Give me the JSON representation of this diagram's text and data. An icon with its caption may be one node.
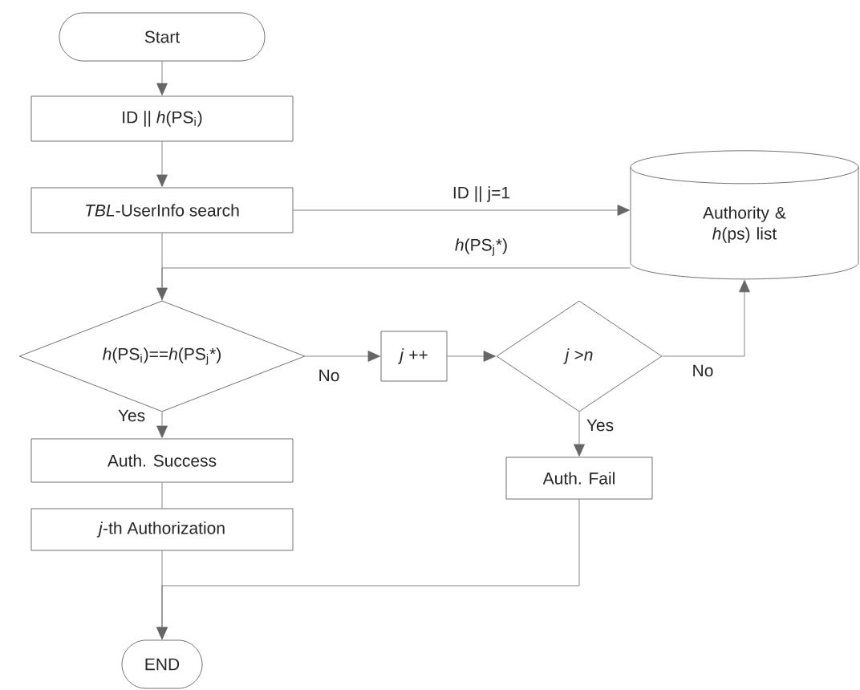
{
  "diagram": {
    "nodes": [
      {
        "text": [
          "Start"
        ]
      },
      {
        "text": [
          "ID || *h*(PS$_{i}$)"
        ]
      },
      {
        "text": [
          "*TBL*-UserInfo search"
        ]
      },
      {
        "text": [
          "Authority & *h*(ps) list"
        ]
      },
      {
        "text": [
          "*h*(PS$_{i}$)==*h*(PS$_{j}$*)"
        ]
      },
      {
        "text": [
          "*j* ++"
        ]
      },
      {
        "text": [
          "*j* >*n*"
        ]
      },
      {
        "text": [
          "Auth. Success"
        ]
      },
      {
        "text": [
          "*j*-th Authorization"
        ]
      },
      {
        "text": [
          "Auth. Fail"
        ]
      },
      {
        "text": [
          "END"
        ]
      }
    ],
    "edges": [
      {
        "from": 0,
        "to": 1,
        "arrow": "to"
      },
      {
        "from": 1,
        "to": 2,
        "arrow": "to"
      },
      {
        "from": 2,
        "to": 3,
        "arrow": "to",
        "label": "ID || j=1"
      },
      {
        "from": 3,
        "to": 4,
        "arrow": "to",
        "label": "*h*(PS$_{j}$*)"
      },
      {
        "from": 2,
        "to": 4,
        "arrow": "none"
      },
      {
        "from": 4,
        "to": 5,
        "arrow": "to",
        "label": "No"
      },
      {
        "from": 5,
        "to": 6,
        "arrow": "to"
      },
      {
        "from": 6,
        "to": 3,
        "arrow": "to",
        "label": "No"
      },
      {
        "from": 6,
        "to": 9,
        "arrow": "to",
        "label": "Yes"
      },
      {
        "from": 4,
        "to": 7,
        "arrow": "to",
        "label": "Yes"
      },
      {
        "from": 7,
        "to": 8,
        "arrow": "none"
      },
      {
        "from": 8,
        "to": 10,
        "arrow": "to"
      },
      {
        "from": 9,
        "to": 10,
        "arrow": "to"
      }
    ]
  }
}
